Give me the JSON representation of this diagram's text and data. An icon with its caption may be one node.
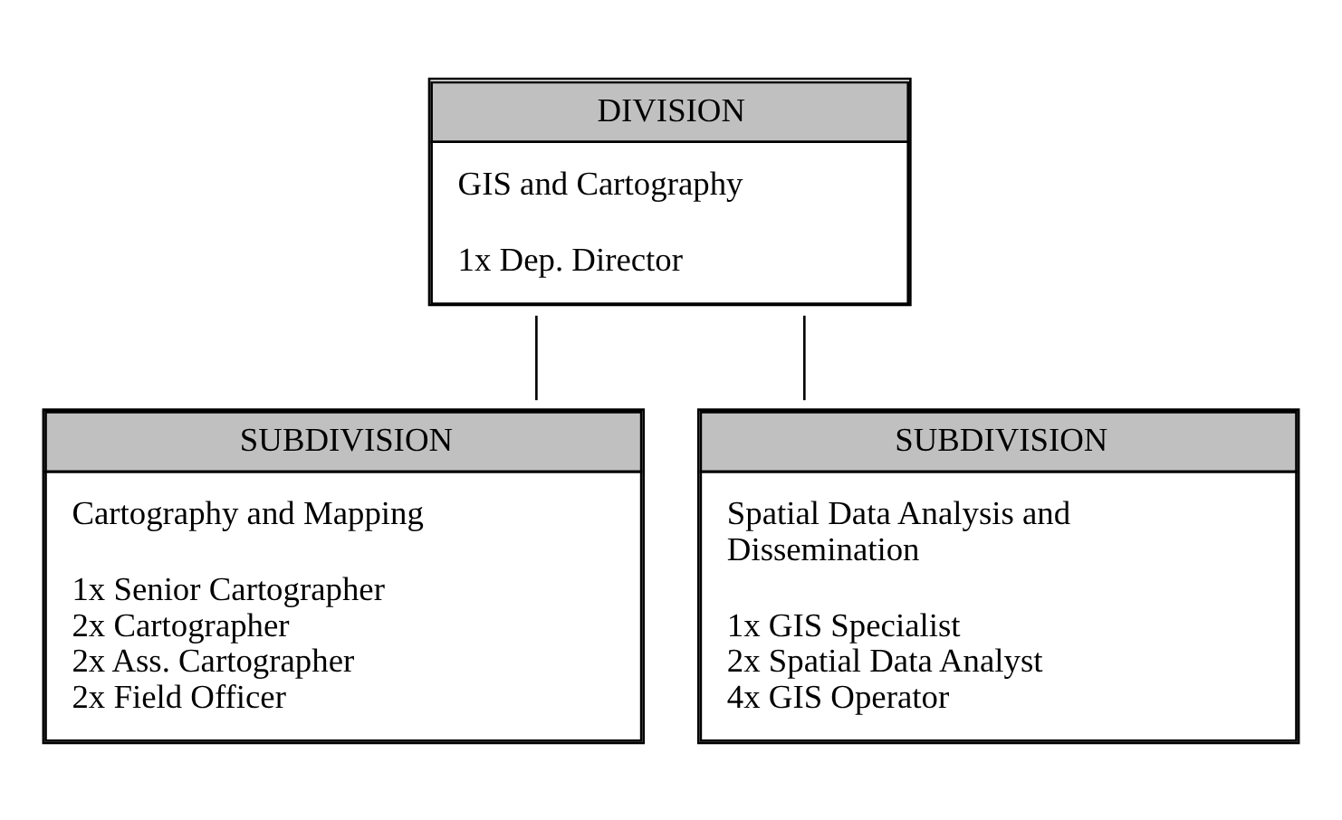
{
  "diagram": {
    "nodes": [
      {
        "text": [
          "DIVISION",
          "GIS and Cartography",
          "1x Dep. Director"
        ]
      },
      {
        "text": [
          "SUBDIVISION",
          "Cartography and Mapping",
          "1x Senior Cartographer",
          "2x Cartographer",
          "2x Ass. Cartographer",
          "2x Field Officer"
        ]
      },
      {
        "text": [
          "SUBDIVISION",
          "Spatial Data Analysis and Dissemination",
          "1x GIS Specialist",
          "2x Spatial Data Analyst",
          "4x GIS Operator"
        ]
      }
    ],
    "edges": [
      {
        "from": 0,
        "to": 1,
        "arrow": "none"
      },
      {
        "from": 0,
        "to": 2,
        "arrow": "none"
      }
    ]
  }
}
